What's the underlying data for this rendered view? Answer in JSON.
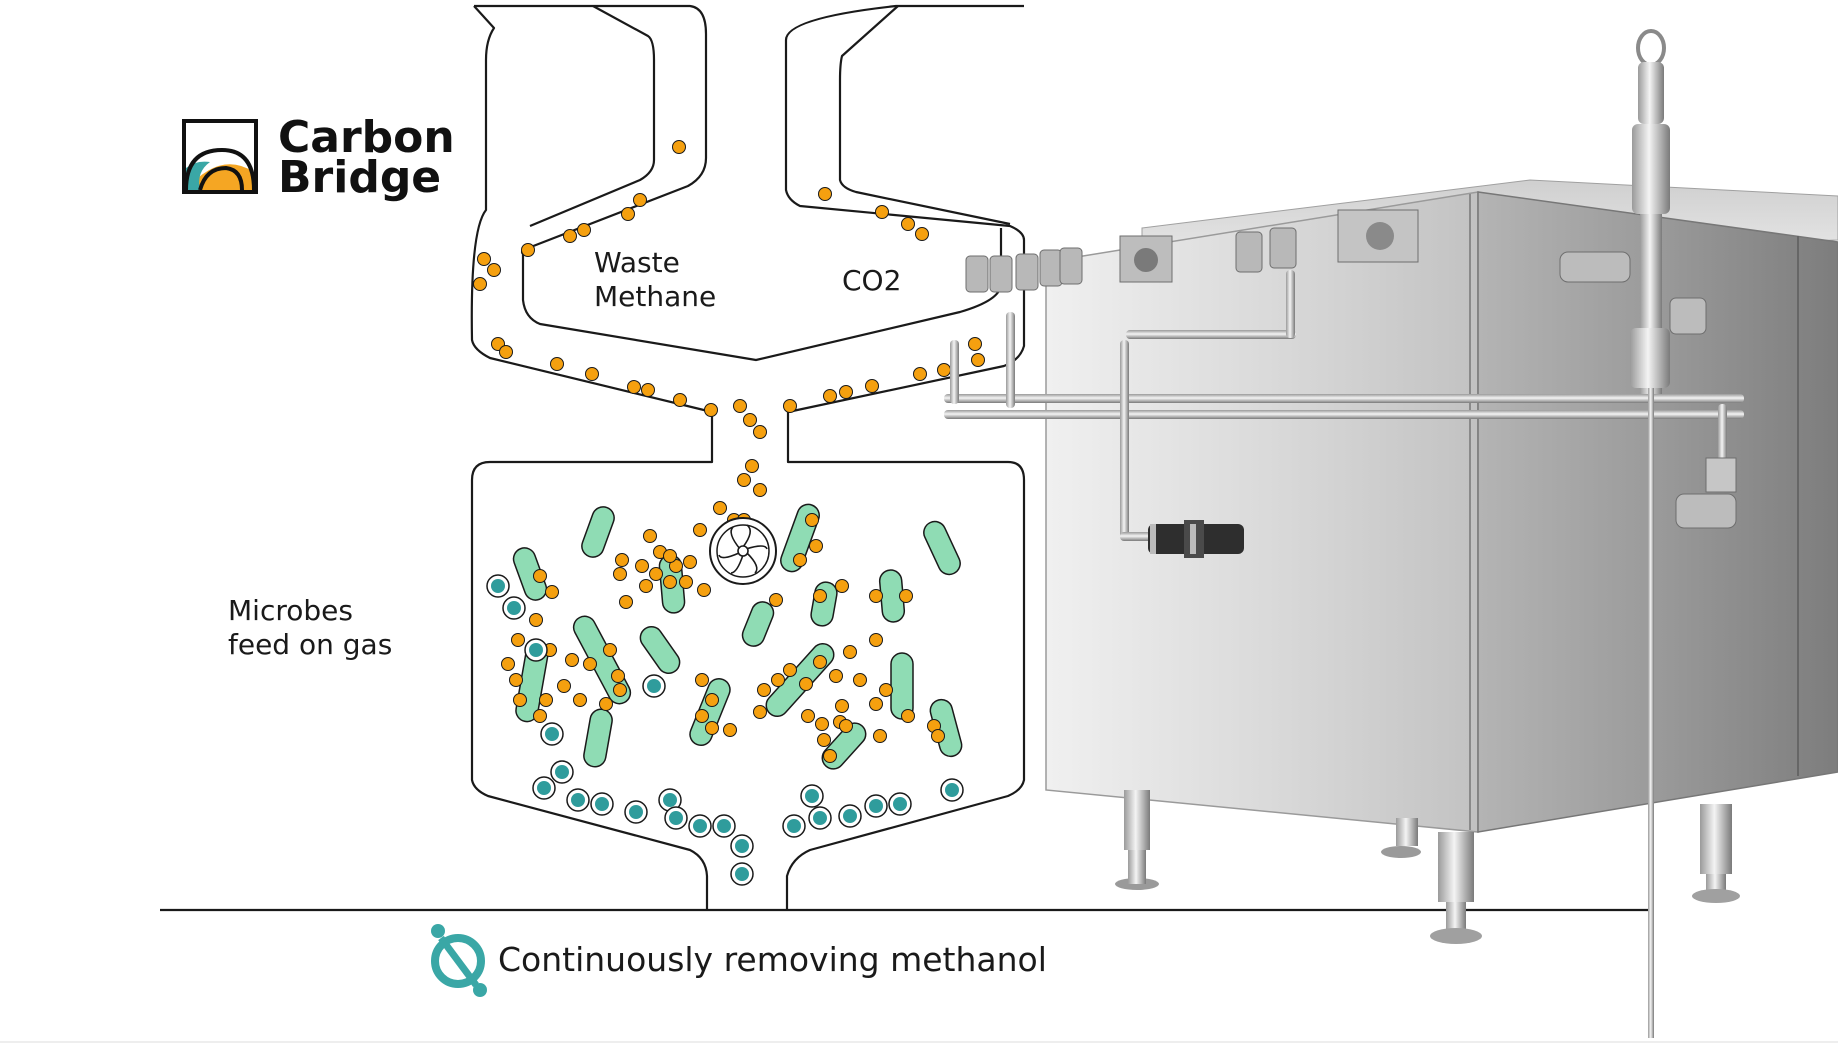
{
  "brand": {
    "line1": "Carbon",
    "line2": "Bridge",
    "colors": {
      "ink": "#111111",
      "orange": "#f5a623",
      "teal": "#3aa7a6"
    }
  },
  "labels": {
    "waste_methane_line1": "Waste",
    "waste_methane_line2": "Methane",
    "co2": "CO2",
    "microbes_line1": "Microbes",
    "microbes_line2": "feed on gas",
    "methanol_caption": "Continuously removing methanol"
  },
  "icons": {
    "methanol": "methanol-molecule-icon",
    "fan": "impeller-icon"
  },
  "colors": {
    "outline": "#1a1a1a",
    "gas_particle": "#f5a00f",
    "microbe": "#8fdcb4",
    "methanol": "#2f9c9c",
    "steel_light": "#e4e4e4",
    "steel_dark": "#8d8d8d"
  }
}
